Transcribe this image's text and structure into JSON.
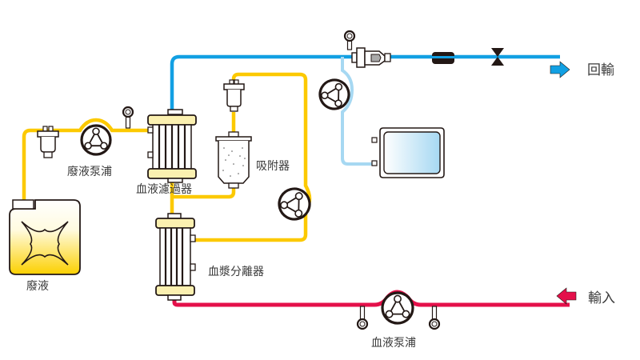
{
  "title": "Double Filtration Plasmapheresis circuit",
  "colors": {
    "blood_in": "#e4104a",
    "blood_return": "#12a0e3",
    "blood_return_branch": "#a6d8f2",
    "plasma": "#fcc900",
    "outline": "#231815",
    "cap_fill": "#fbf0b0",
    "clamp_fill": "#231815"
  },
  "labels": {
    "return": "回輸",
    "input": "輸入",
    "blood_pump": "血液泵浦",
    "plasma_separator": "血漿分離器",
    "adsorber": "吸附器",
    "hemofilter": "血液濾過器",
    "waste_pump": "廢液泵浦",
    "waste": "廢液"
  },
  "components": [
    {
      "id": "blood-pump",
      "type": "pump",
      "label_key": "blood_pump"
    },
    {
      "id": "plasma-separator",
      "type": "filter",
      "label_key": "plasma_separator"
    },
    {
      "id": "plasma-pump",
      "type": "pump"
    },
    {
      "id": "adsorber",
      "type": "adsorption-column",
      "label_key": "adsorber"
    },
    {
      "id": "hemofilter",
      "type": "filter",
      "label_key": "hemofilter"
    },
    {
      "id": "waste-pump",
      "type": "pump",
      "label_key": "waste_pump"
    },
    {
      "id": "waste-container",
      "type": "jerrycan",
      "label_key": "waste"
    },
    {
      "id": "return-pump",
      "type": "pump"
    },
    {
      "id": "fluid-bag",
      "type": "bag"
    },
    {
      "id": "drip-chamber",
      "type": "air-trap"
    },
    {
      "id": "air-detector",
      "type": "sensor"
    },
    {
      "id": "clamp",
      "type": "valve"
    }
  ]
}
